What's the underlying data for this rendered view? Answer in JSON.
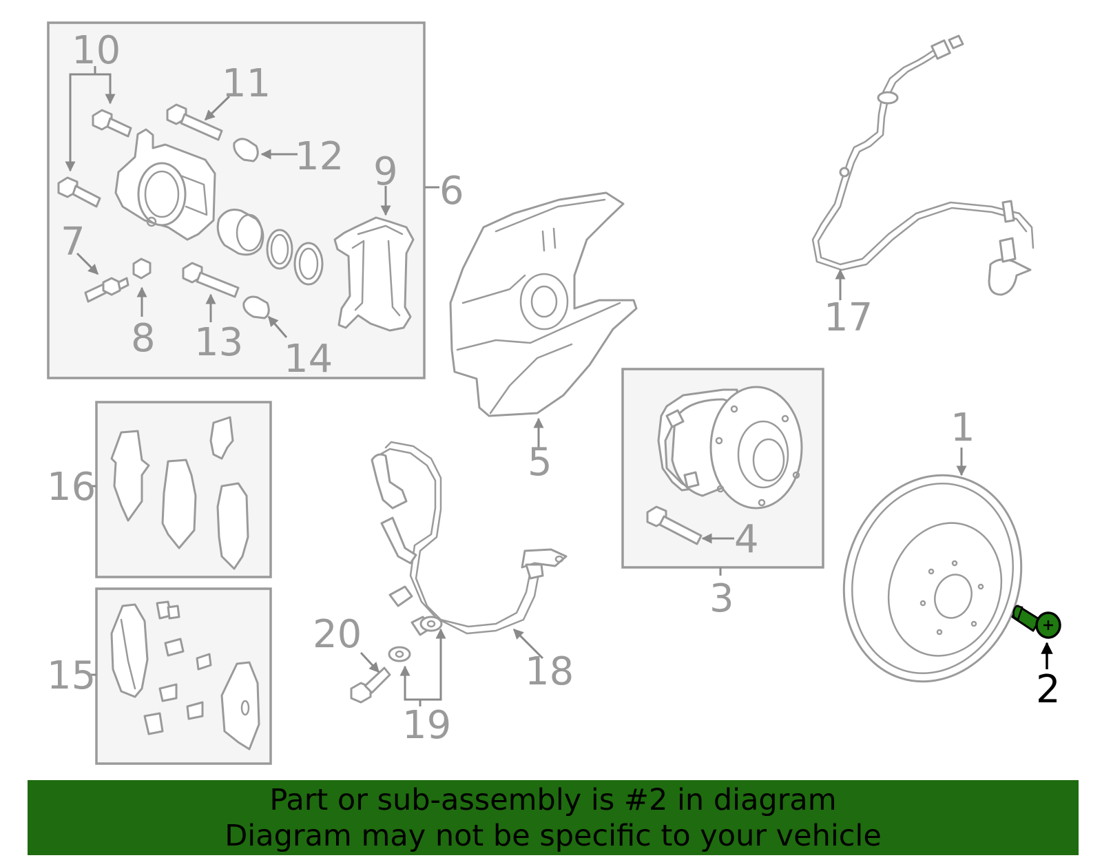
{
  "callouts": {
    "n1": "1",
    "n2": "2",
    "n3": "3",
    "n4": "4",
    "n5": "5",
    "n6": "6",
    "n7": "7",
    "n8": "8",
    "n9": "9",
    "n10": "10",
    "n11": "11",
    "n12": "12",
    "n13": "13",
    "n14": "14",
    "n15": "15",
    "n16": "16",
    "n17": "17",
    "n18": "18",
    "n19": "19",
    "n20": "20"
  },
  "highlighted_part": "2",
  "colors": {
    "highlight_part": "#1f7a0f",
    "banner_background": "#1f6b0f",
    "line_art": "#9a9a9a",
    "box_fill": "#f5f5f5"
  },
  "banner": {
    "line1": "Part or sub-assembly is #2 in diagram",
    "line2": "Diagram may not be specific to your vehicle"
  }
}
